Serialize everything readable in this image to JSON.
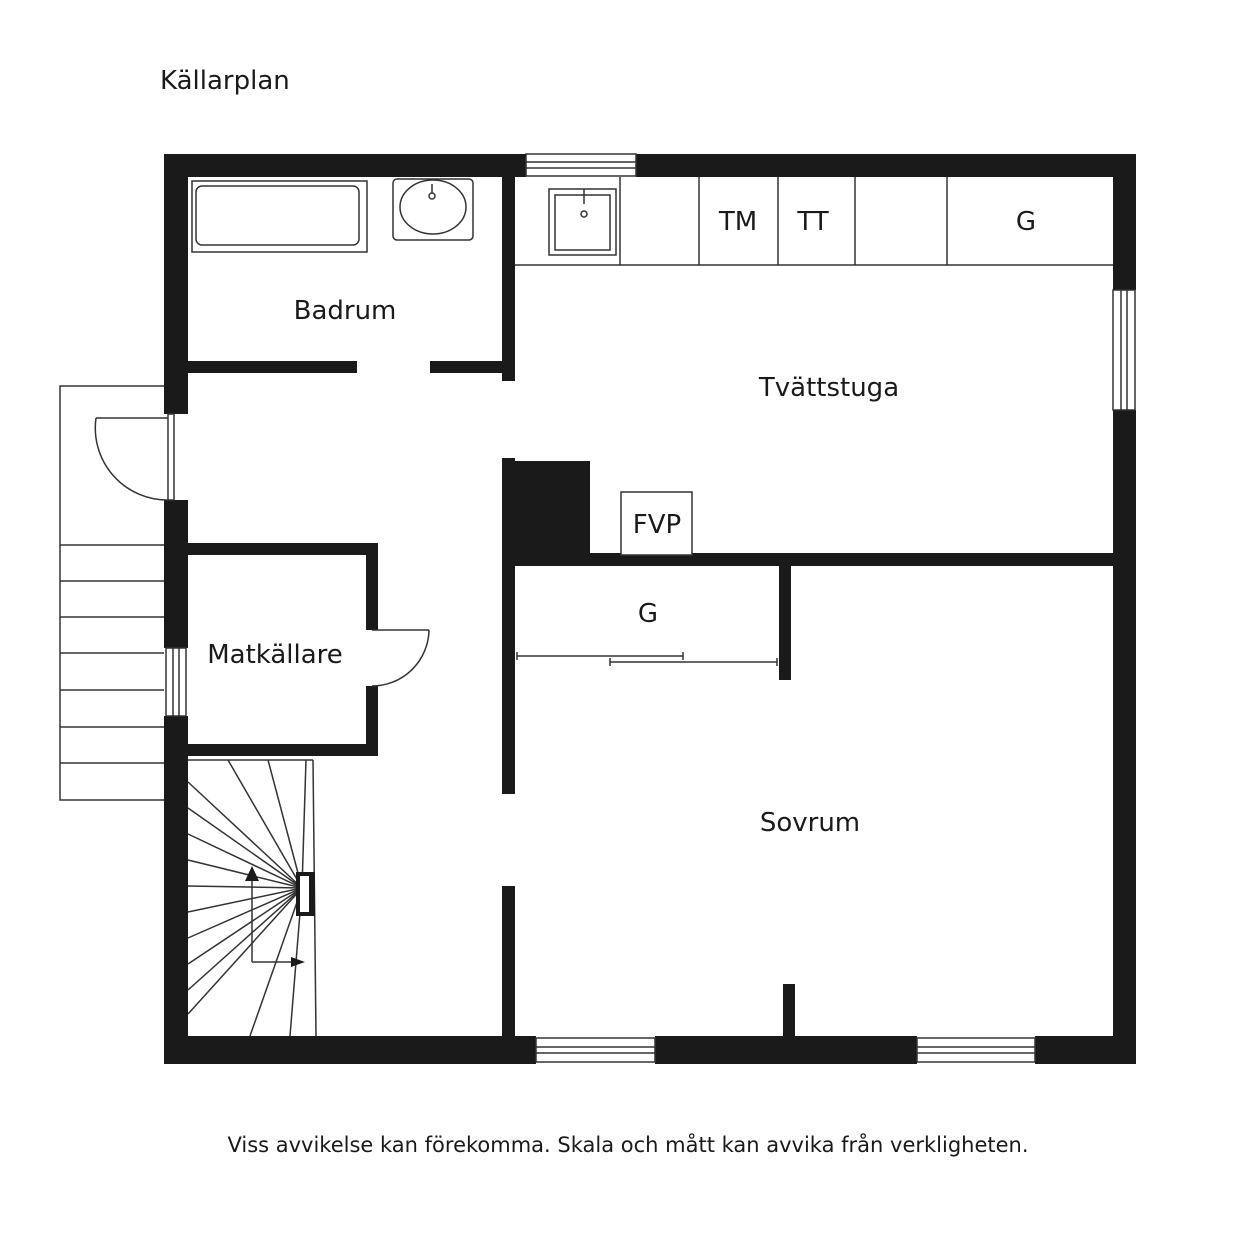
{
  "title": "Källarplan",
  "disclaimer": "Viss avvikelse kan förekomma. Skala och mått kan avvika från verkligheten.",
  "rooms": {
    "badrum": "Badrum",
    "tvattstuga": "Tvättstuga",
    "matkallare": "Matkällare",
    "sovrum": "Sovrum"
  },
  "fixtures": {
    "tm": "TM",
    "tt": "TT",
    "g_laundry": "G",
    "fvp": "FVP",
    "g_closet": "G"
  },
  "colors": {
    "wall": "#1a1a1a",
    "line": "#333333",
    "background": "#ffffff"
  }
}
